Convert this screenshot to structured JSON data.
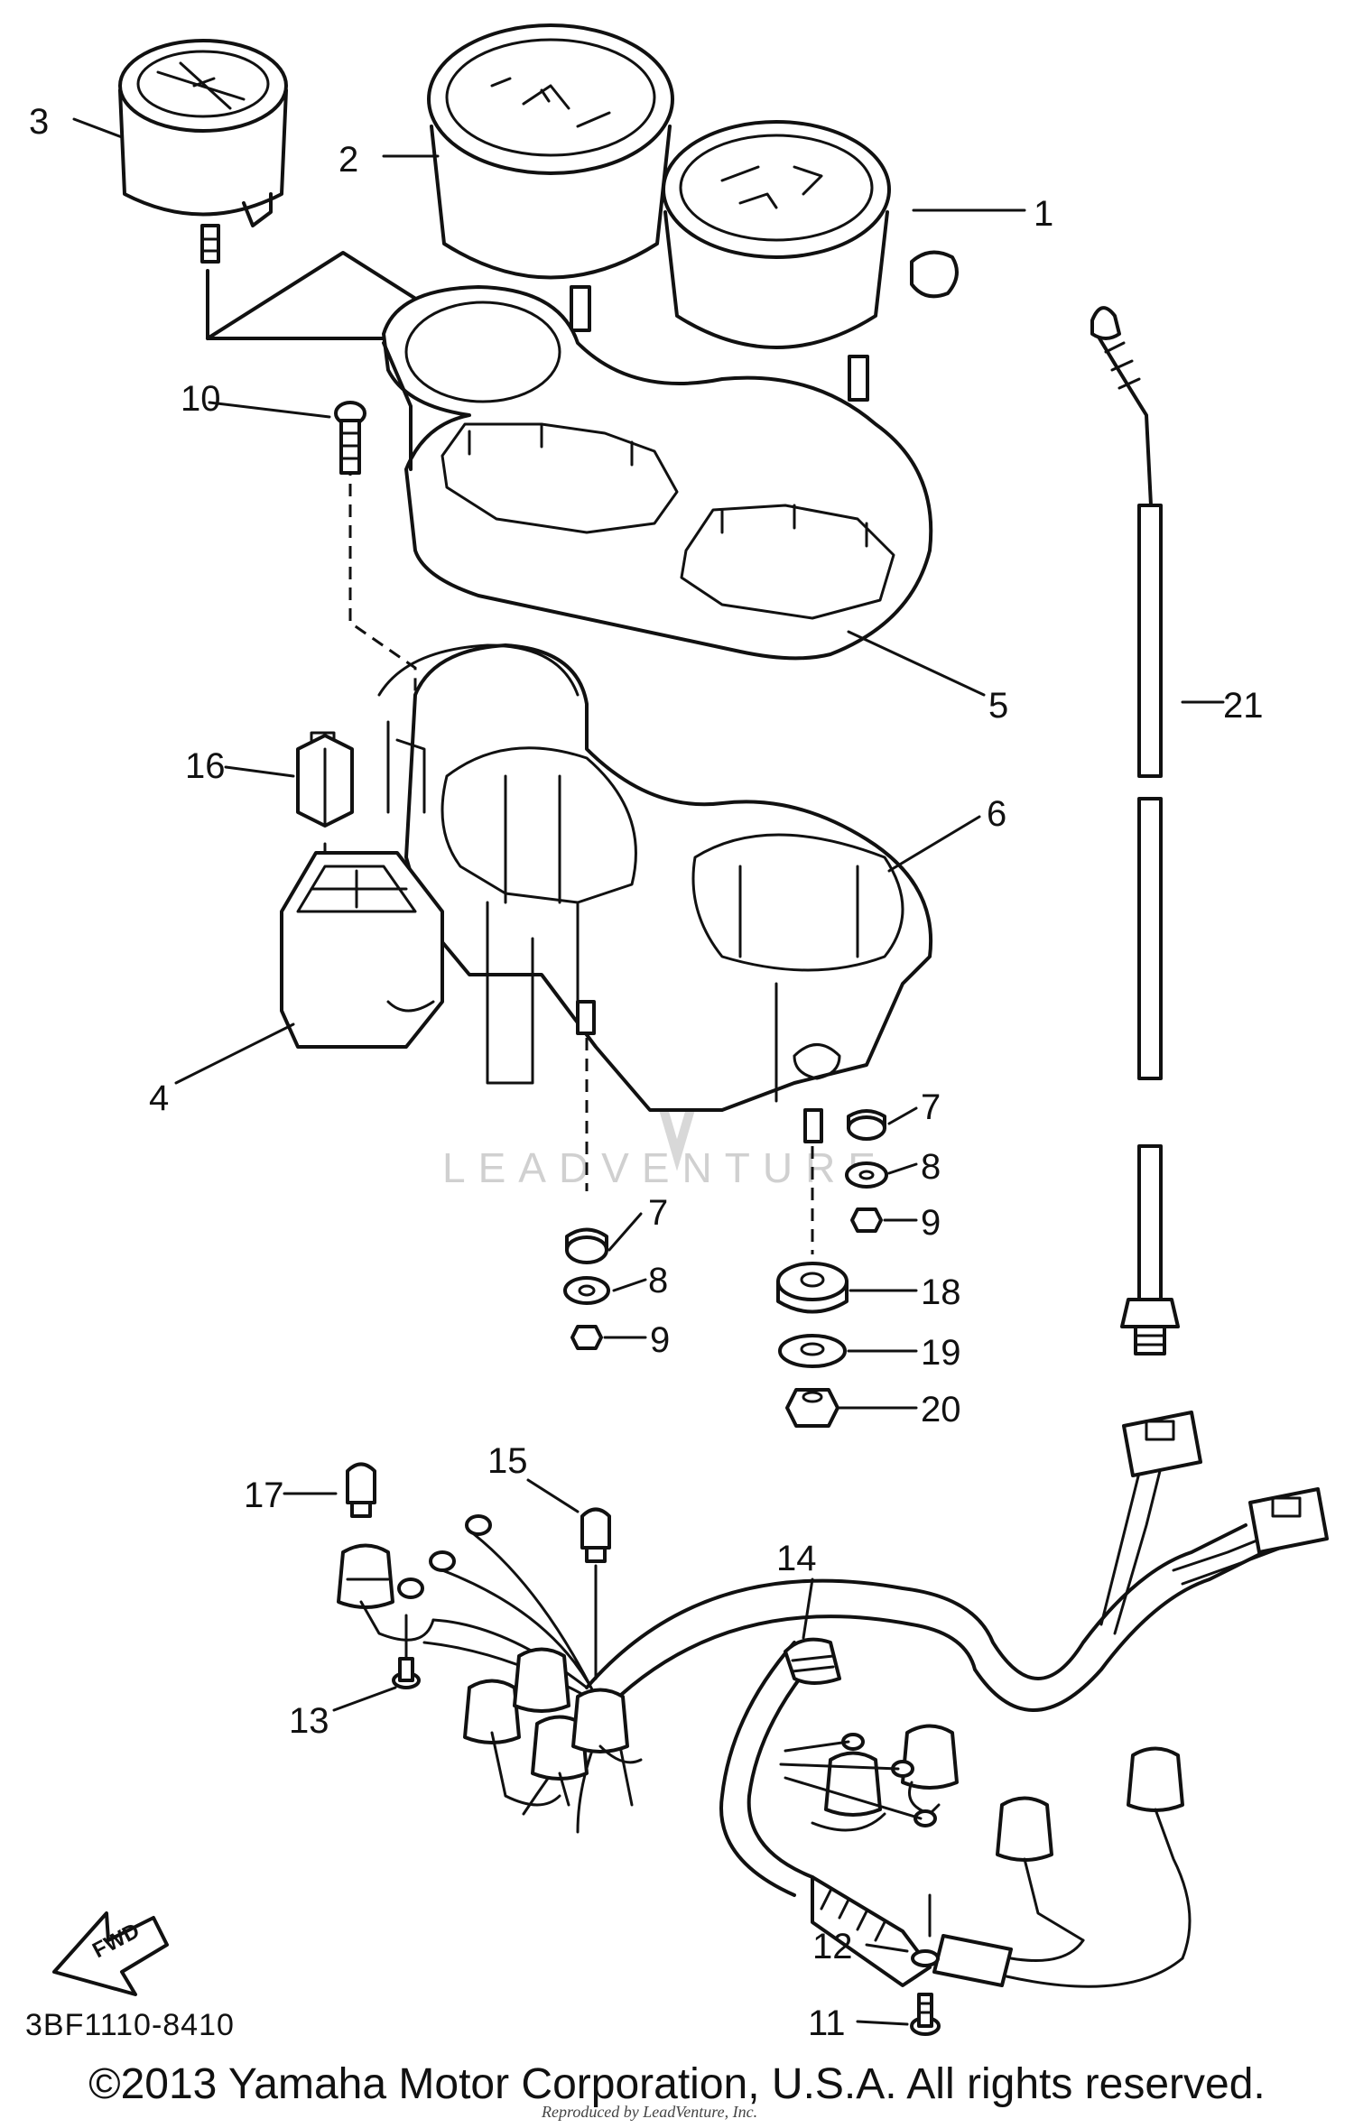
{
  "diagram": {
    "callouts": [
      {
        "id": "1",
        "label": "1"
      },
      {
        "id": "2",
        "label": "2"
      },
      {
        "id": "3",
        "label": "3"
      },
      {
        "id": "4",
        "label": "4"
      },
      {
        "id": "5",
        "label": "5"
      },
      {
        "id": "6",
        "label": "6"
      },
      {
        "id": "7a",
        "label": "7"
      },
      {
        "id": "7b",
        "label": "7"
      },
      {
        "id": "8a",
        "label": "8"
      },
      {
        "id": "8b",
        "label": "8"
      },
      {
        "id": "9a",
        "label": "9"
      },
      {
        "id": "9b",
        "label": "9"
      },
      {
        "id": "10",
        "label": "10"
      },
      {
        "id": "11",
        "label": "11"
      },
      {
        "id": "12",
        "label": "12"
      },
      {
        "id": "13",
        "label": "13"
      },
      {
        "id": "14",
        "label": "14"
      },
      {
        "id": "15",
        "label": "15"
      },
      {
        "id": "16",
        "label": "16"
      },
      {
        "id": "17",
        "label": "17"
      },
      {
        "id": "18",
        "label": "18"
      },
      {
        "id": "19",
        "label": "19"
      },
      {
        "id": "20",
        "label": "20"
      },
      {
        "id": "21",
        "label": "21"
      }
    ],
    "part_code": "3BF1110-8410",
    "fwd_label": "FWD",
    "watermark": "LEADVENTURE",
    "copyright": "©2013 Yamaha Motor Corporation, U.S.A. All rights reserved.",
    "reproduced_by": "Reproduced by LeadVenture, Inc."
  },
  "colors": {
    "line": "#111111",
    "background": "#ffffff",
    "watermark": "#d0d0d0"
  }
}
